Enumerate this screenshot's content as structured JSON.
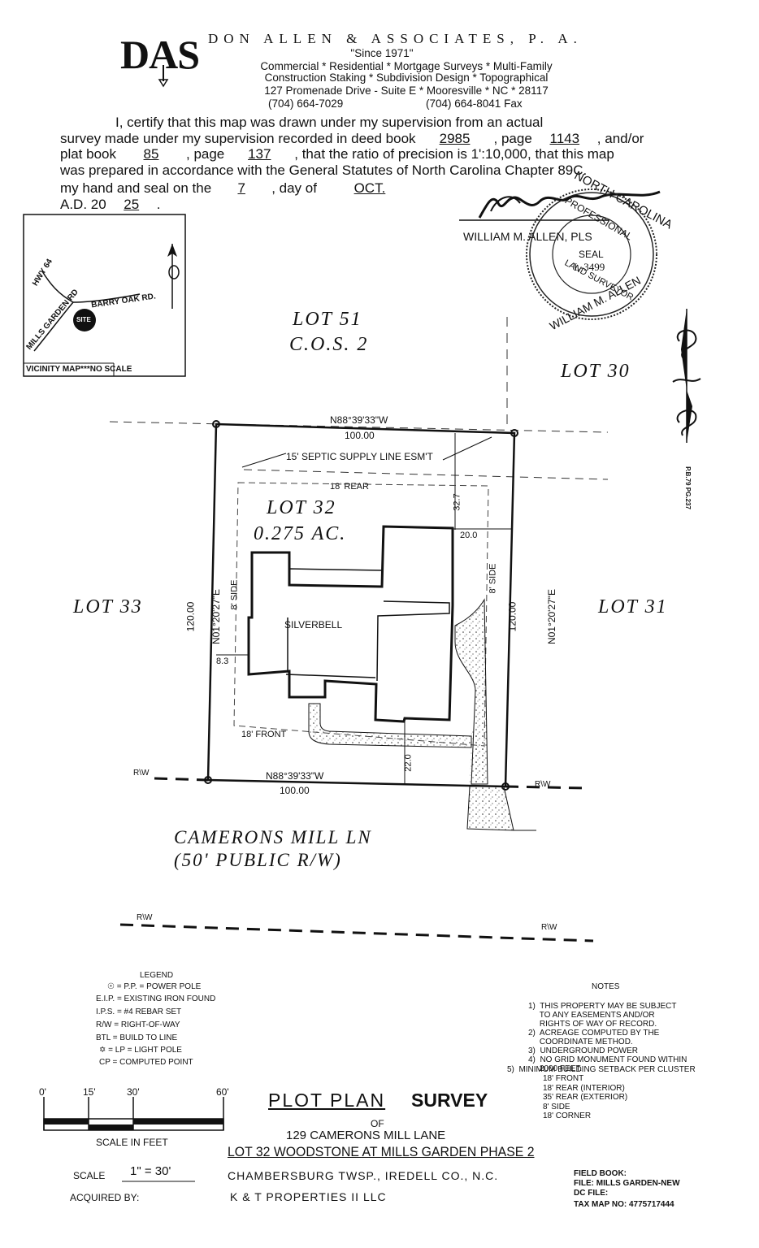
{
  "header": {
    "logo": "DAS",
    "firm_name": "DON ALLEN & ASSOCIATES, P. A.",
    "since": "\"Since 1971\"",
    "services_1": "Commercial * Residential * Mortgage Surveys * Multi-Family",
    "services_2": "Construction Staking * Subdivision Design * Topographical",
    "address": "127 Promenade Drive - Suite E * Mooresville * NC * 28117",
    "phone": "(704) 664-7029",
    "fax": "(704) 664-8041 Fax"
  },
  "certification": {
    "line1": "I, certify that this map was drawn under my supervision from an actual",
    "line2_a": "survey made under my supervision recorded in deed book",
    "deed_book": "2985",
    "line2_b": ", page",
    "deed_page": "1143",
    "line2_c": ", and/or",
    "line3_a": "plat book",
    "plat_book": "85",
    "line3_b": ", page",
    "plat_page": "137",
    "line3_c": ", that the ratio of precision is 1':10,000, that this map",
    "line4": "was prepared in accordance with the General Statutes of North Carolina Chapter 89C.",
    "line5_a": "my hand and seal on the",
    "day": "7",
    "line5_b": ", day of",
    "month": "OCT.",
    "line6_a": "A.D. 20",
    "year": "25",
    "surveyor": "WILLIAM M. ALLEN, PLS"
  },
  "seal": {
    "top": "NORTH CAROLINA",
    "line1": "PROFESSIONAL",
    "line2": "SEAL",
    "number": "L-3499",
    "line3": "LAND SURVEYOR",
    "bottom": "WILLIAM M. ALLEN"
  },
  "vicinity": {
    "hwy": "HWY 64",
    "road1": "BARRY OAK RD.",
    "road2": "MILLS GARDEN RD",
    "site": "SITE",
    "caption": "VICINITY MAP***NO SCALE"
  },
  "north_ref": "P.B.79 PG.237",
  "plan": {
    "lot51": "LOT 51",
    "cos": "C.O.S. 2",
    "lot30": "LOT 30",
    "lot32": "LOT 32",
    "acreage": "0.275 AC.",
    "lot33": "LOT 33",
    "lot31": "LOT 31",
    "north_bearing": "N88°39'33\"W",
    "north_dist": "100.00",
    "south_bearing": "N88°39'33\"W",
    "south_dist": "100.00",
    "west_dist": "120.00",
    "west_bearing": "N01°20'27\"E",
    "east_dist": "120.00",
    "east_bearing": "N01°20'27\"E",
    "easement": "15' SEPTIC SUPPLY LINE ESM'T",
    "rear": "18' REAR",
    "front": "18' FRONT",
    "side_l": "8' SIDE",
    "side_r": "8' SIDE",
    "dim_327": "32.7",
    "dim_200": "20.0",
    "dim_83": "8.3",
    "dim_220": "22.0",
    "house": "SILVERBELL",
    "rw": "R\\W"
  },
  "street": {
    "name": "CAMERONS MILL LN",
    "desc": "(50' PUBLIC R/W)"
  },
  "legend": {
    "title": "LEGEND",
    "items": [
      "= P.P. = POWER POLE",
      "E.I.P. = EXISTING IRON FOUND",
      "I.P.S. = #4 REBAR SET",
      "R/W = RIGHT-OF-WAY",
      "BTL = BUILD TO LINE",
      "= LP = LIGHT POLE",
      "CP = COMPUTED POINT"
    ]
  },
  "notes": {
    "title": "NOTES",
    "lines": [
      "1)  THIS PROPERTY MAY BE SUBJECT",
      "     TO ANY EASEMENTS AND/OR",
      "     RIGHTS OF WAY OF RECORD.",
      "2)  ACREAGE COMPUTED BY THE",
      "     COORDINATE METHOD.",
      "3)  UNDERGROUND POWER",
      "4)  NO GRID MONUMENT FOUND WITHIN",
      "     2000 FEET."
    ],
    "note5": "5)  MINIMUM BUILDING SETBACK PER CLUSTER",
    "setbacks": [
      "18' FRONT",
      "18' REAR (INTERIOR)",
      "35' REAR (EXTERIOR)",
      "8' SIDE",
      "18' CORNER"
    ]
  },
  "scale": {
    "ticks": [
      "0'",
      "15'",
      "30'",
      "60'"
    ],
    "caption": "SCALE IN FEET",
    "label": "SCALE",
    "value": "1\" = 30'"
  },
  "title_block": {
    "plot_plan": "PLOT PLAN",
    "survey": "SURVEY",
    "of": "OF",
    "address": "129 CAMERONS MILL LANE",
    "lot": "LOT 32 WOODSTONE AT MILLS GARDEN PHASE 2",
    "township": "CHAMBERSBURG TWSP., IREDELL CO., N.C.",
    "acquired_label": "ACQUIRED BY:",
    "owner": "K & T PROPERTIES II LLC",
    "field_book": "FIELD BOOK:",
    "file": "FILE:   MILLS GARDEN-NEW",
    "dc_file": "DC FILE:",
    "tax_map": "TAX MAP NO:    4775717444"
  }
}
